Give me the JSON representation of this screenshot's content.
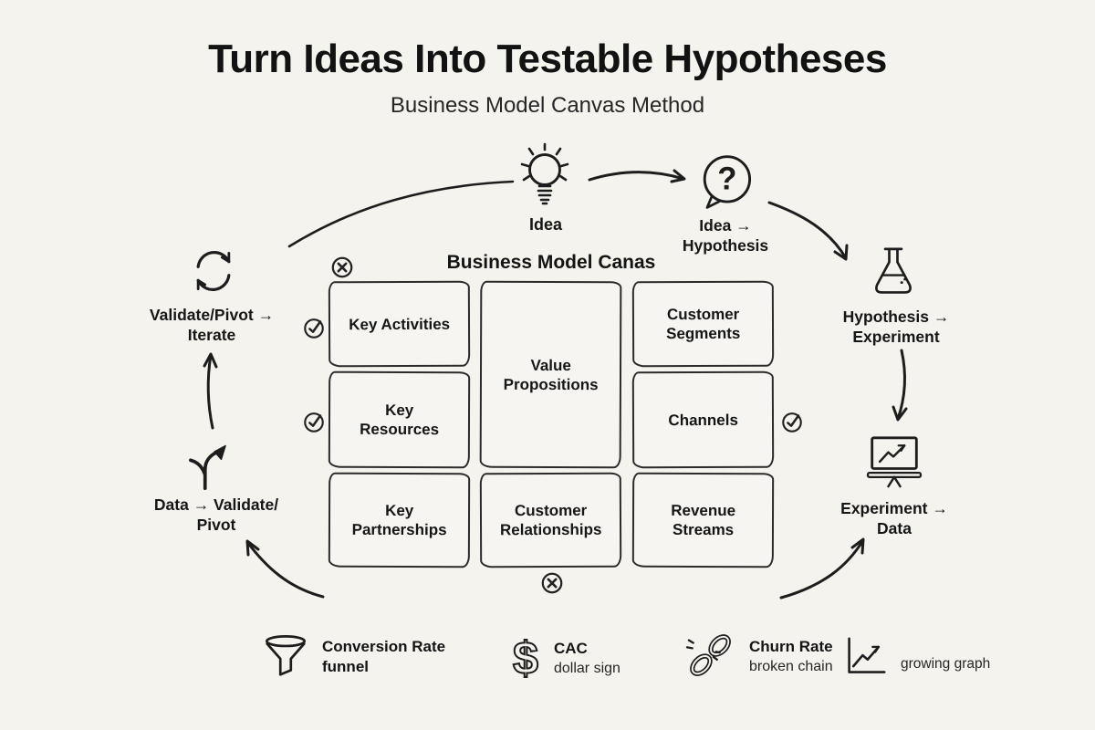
{
  "colors": {
    "background": "#f5f3ee",
    "ink": "#1d1d1d"
  },
  "header": {
    "title": "Turn Ideas Into Testable Hypotheses",
    "subtitle": "Business Model Canvas Method"
  },
  "cycle": {
    "idea": {
      "label": "Idea",
      "icon": "lightbulb-icon"
    },
    "idea_hypothesis": {
      "label": "Idea →\nHypothesis",
      "icon": "question-bubble-icon"
    },
    "hypothesis_experiment": {
      "label": "Hypothesis →\nExperiment",
      "icon": "flask-icon"
    },
    "experiment_data": {
      "label": "Experiment →\nData",
      "icon": "monitor-graph-icon"
    },
    "data_validate": {
      "label": "Data → Validate/\nPivot",
      "icon": "fork-arrow-icon"
    },
    "validate_iterate": {
      "label": "Validate/Pivot →\nIterate",
      "icon": "cycle-arrows-icon"
    }
  },
  "canvas": {
    "title": "Business Model Canas",
    "cells": {
      "activities": {
        "label": "Key Activities"
      },
      "value": {
        "label": "Value\nPropositions"
      },
      "segments": {
        "label": "Customer\nSegments"
      },
      "resources": {
        "label": "Key\nResources"
      },
      "channels": {
        "label": "Channels"
      },
      "partnerships": {
        "label": "Key\nPartnerships"
      },
      "relationships": {
        "label": "Customer\nRelationships"
      },
      "revenue": {
        "label": "Revenue\nStreams"
      }
    },
    "marks": {
      "checks": 3,
      "crosses": 2
    }
  },
  "icons": {
    "question_mark": "?",
    "dollar": "$"
  },
  "legend": {
    "items": {
      "conversion": {
        "icon": "funnel-icon",
        "title": "Conversion Rate",
        "note": "funnel"
      },
      "cac": {
        "icon": "dollar-icon",
        "title": "CAC",
        "note": "dollar sign"
      },
      "churn": {
        "icon": "broken-chain-icon",
        "title": "Churn Rate",
        "note": "broken chain"
      },
      "graph": {
        "icon": "growing-graph-icon",
        "note": "growing graph"
      }
    }
  }
}
